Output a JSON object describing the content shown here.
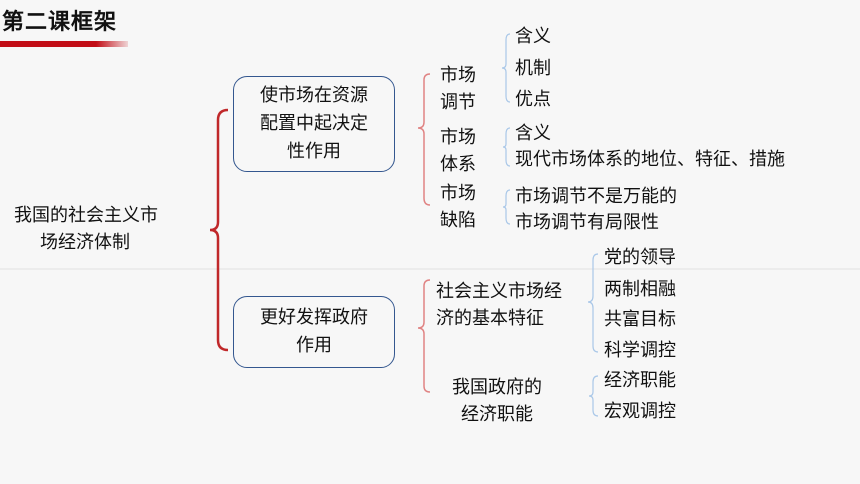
{
  "title": "第二课框架",
  "root": [
    "我国的社会主义市",
    "场经济体制"
  ],
  "branch1": {
    "label": [
      "使市场在资源",
      "配置中起决定",
      "性作用"
    ],
    "groups": [
      {
        "label": [
          "市场",
          "调节"
        ],
        "items": [
          "含义",
          "机制",
          "优点"
        ]
      },
      {
        "label": [
          "市场",
          "体系"
        ],
        "items": [
          "含义",
          "现代市场体系的地位、特征、措施"
        ]
      },
      {
        "label": [
          "市场",
          "缺陷"
        ],
        "items": [
          "市场调节不是万能的",
          "市场调节有局限性"
        ]
      }
    ]
  },
  "branch2": {
    "label": [
      "更好发挥政府",
      "作用"
    ],
    "groups": [
      {
        "label": [
          "社会主义市场经",
          "济的基本特征"
        ],
        "items": [
          "党的领导",
          "两制相融",
          "共富目标",
          "科学调控"
        ]
      },
      {
        "label": [
          "我国政府的",
          "经济职能"
        ],
        "items": [
          "经济职能",
          "宏观调控"
        ]
      }
    ]
  },
  "colors": {
    "red_bracket": "#c0282a",
    "box_border": "#34578f",
    "light_bracket": "#a9c7e8",
    "title_bar": "#c20d16"
  }
}
